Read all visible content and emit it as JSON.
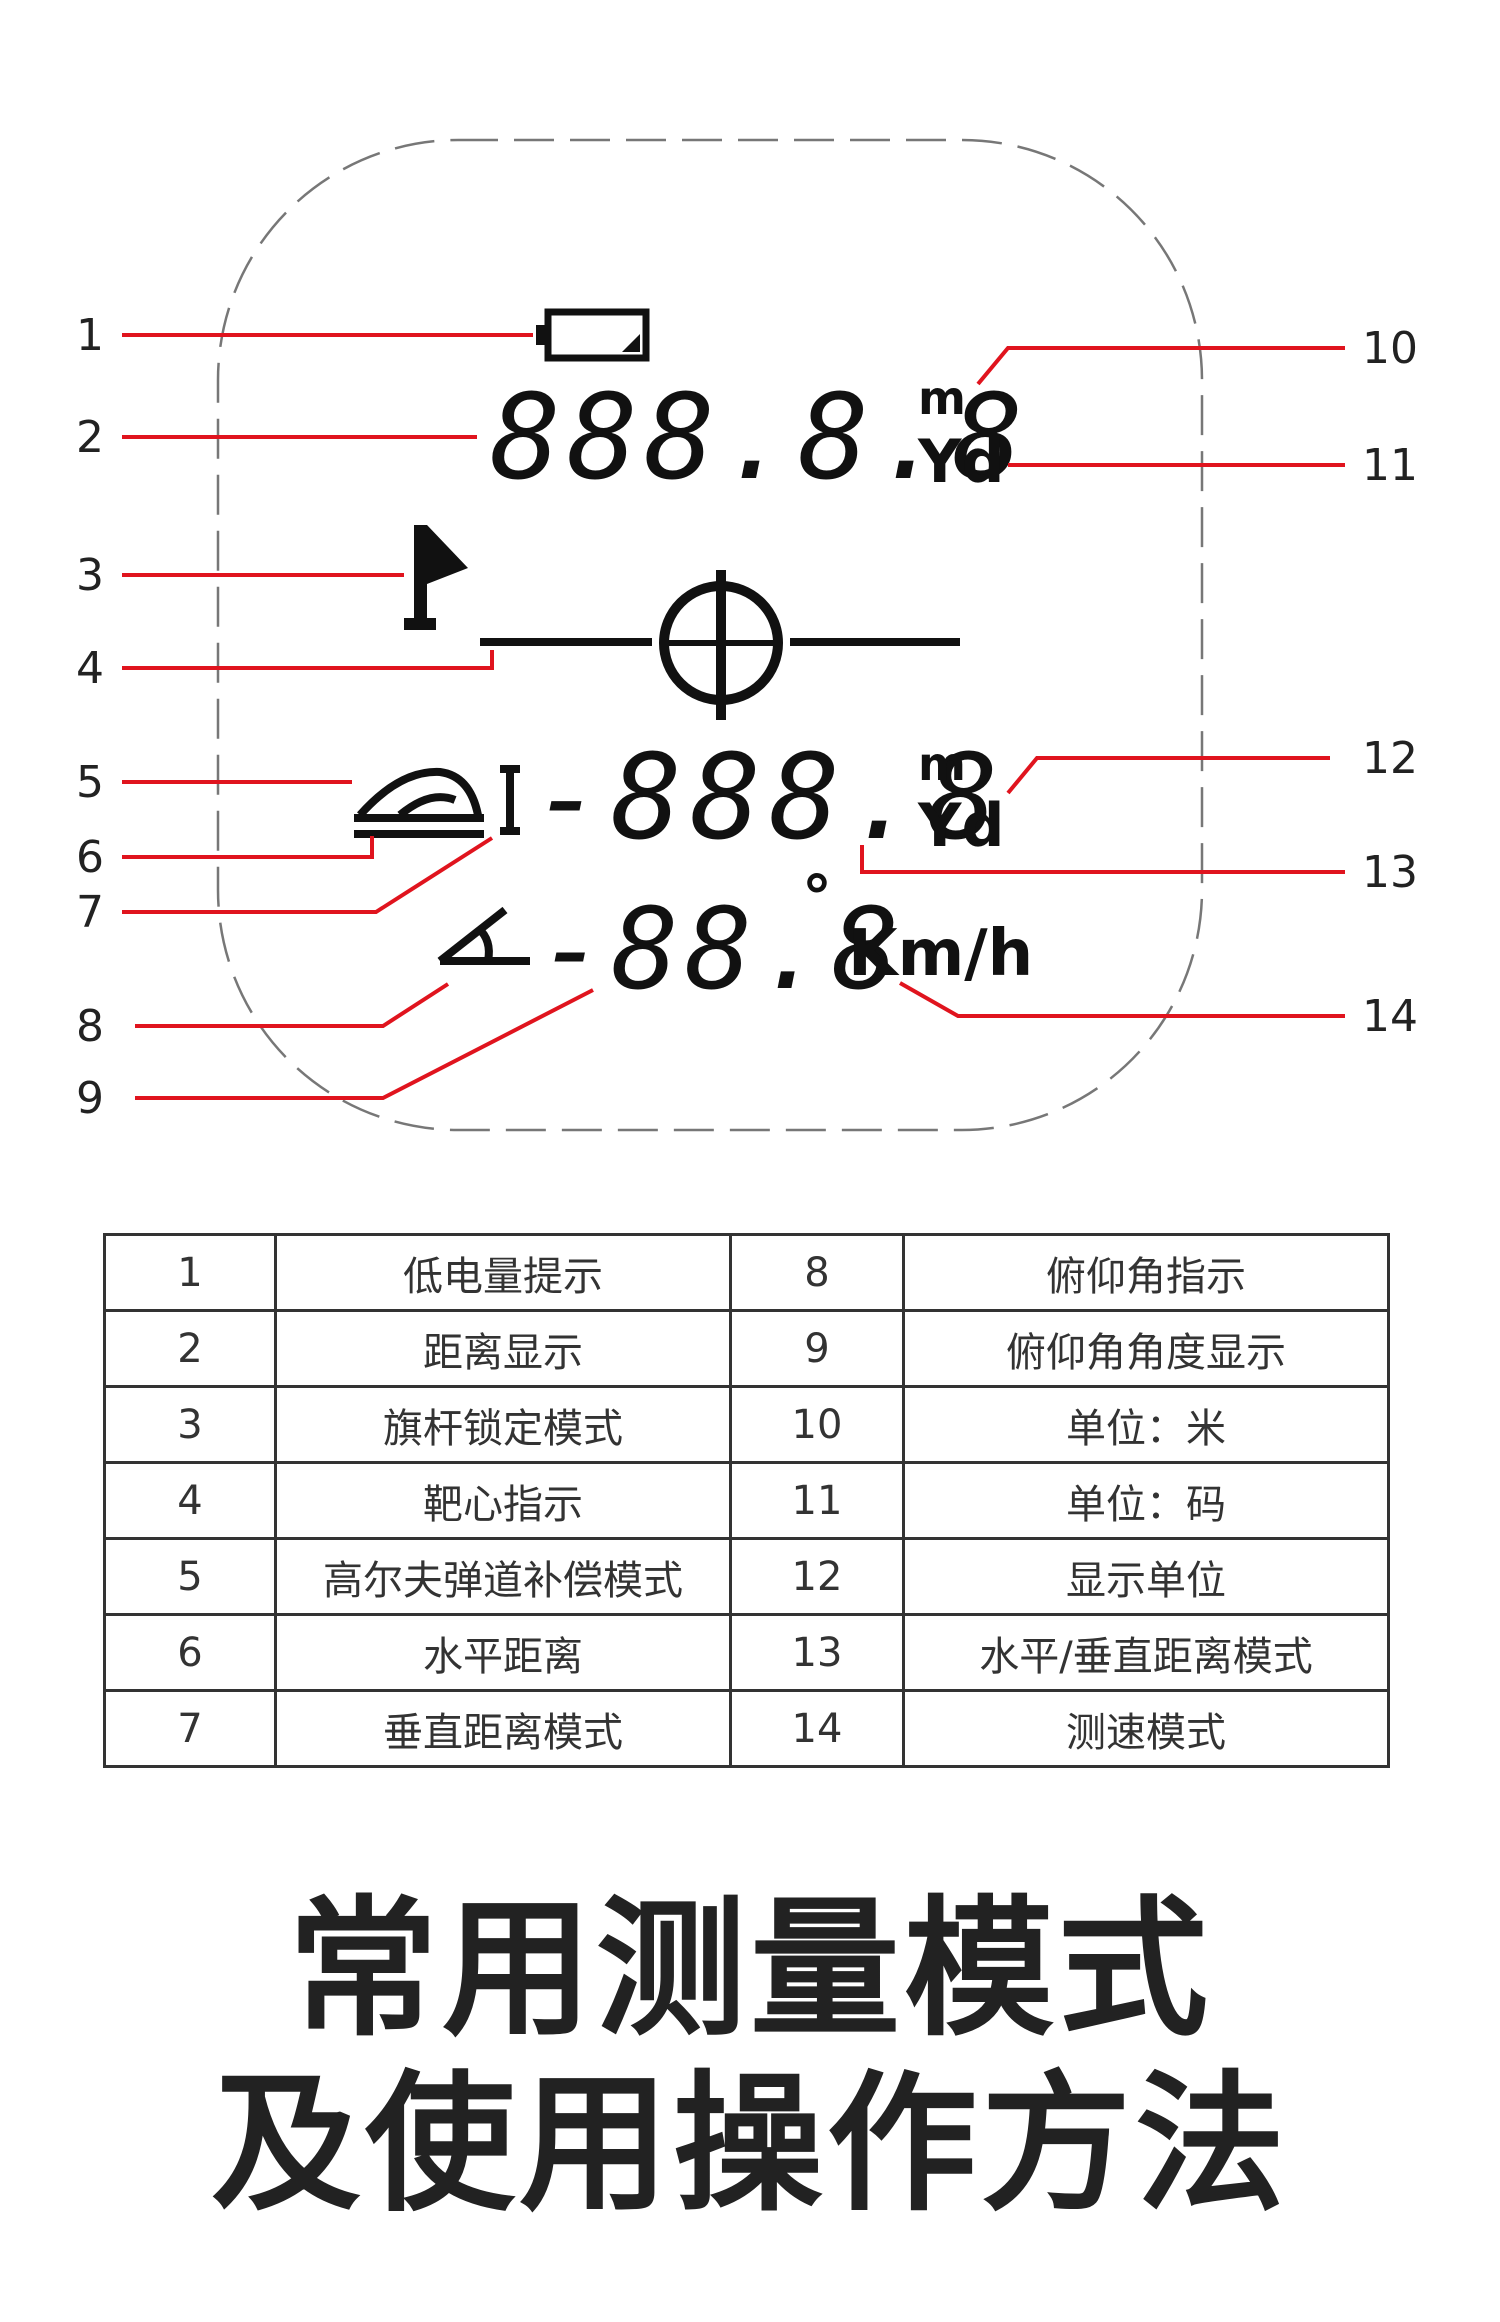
{
  "display": {
    "distance_digits": "888.8.8",
    "lower_digits": "-888.8",
    "angle_digits": "-88.8",
    "degree_symbol": "°",
    "unit_m_top": "m",
    "unit_yd_top": "Yd",
    "unit_m_mid": "m",
    "unit_yd_mid": "Yd",
    "speed_unit": "Km/h"
  },
  "callouts": {
    "left": [
      "1",
      "2",
      "3",
      "4",
      "5",
      "6",
      "7",
      "8",
      "9"
    ],
    "right": [
      "10",
      "11",
      "12",
      "13",
      "14"
    ]
  },
  "legend": [
    {
      "n1": "1",
      "d1": "低电量提示",
      "n2": "8",
      "d2": "俯仰角指示"
    },
    {
      "n1": "2",
      "d1": "距离显示",
      "n2": "9",
      "d2": "俯仰角角度显示"
    },
    {
      "n1": "3",
      "d1": "旗杆锁定模式",
      "n2": "10",
      "d2": "单位：米"
    },
    {
      "n1": "4",
      "d1": "靶心指示",
      "n2": "11",
      "d2": "单位：码"
    },
    {
      "n1": "5",
      "d1": "高尔夫弹道补偿模式",
      "n2": "12",
      "d2": "显示单位"
    },
    {
      "n1": "6",
      "d1": "水平距离",
      "n2": "13",
      "d2": "水平/垂直距离模式"
    },
    {
      "n1": "7",
      "d1": "垂直距离模式",
      "n2": "14",
      "d2": "测速模式"
    }
  ],
  "headline": {
    "line1": "常用测量模式",
    "line2": "及使用操作方法"
  },
  "colors": {
    "callout_line": "#e0141e",
    "text": "#222222",
    "border": "#333333"
  }
}
